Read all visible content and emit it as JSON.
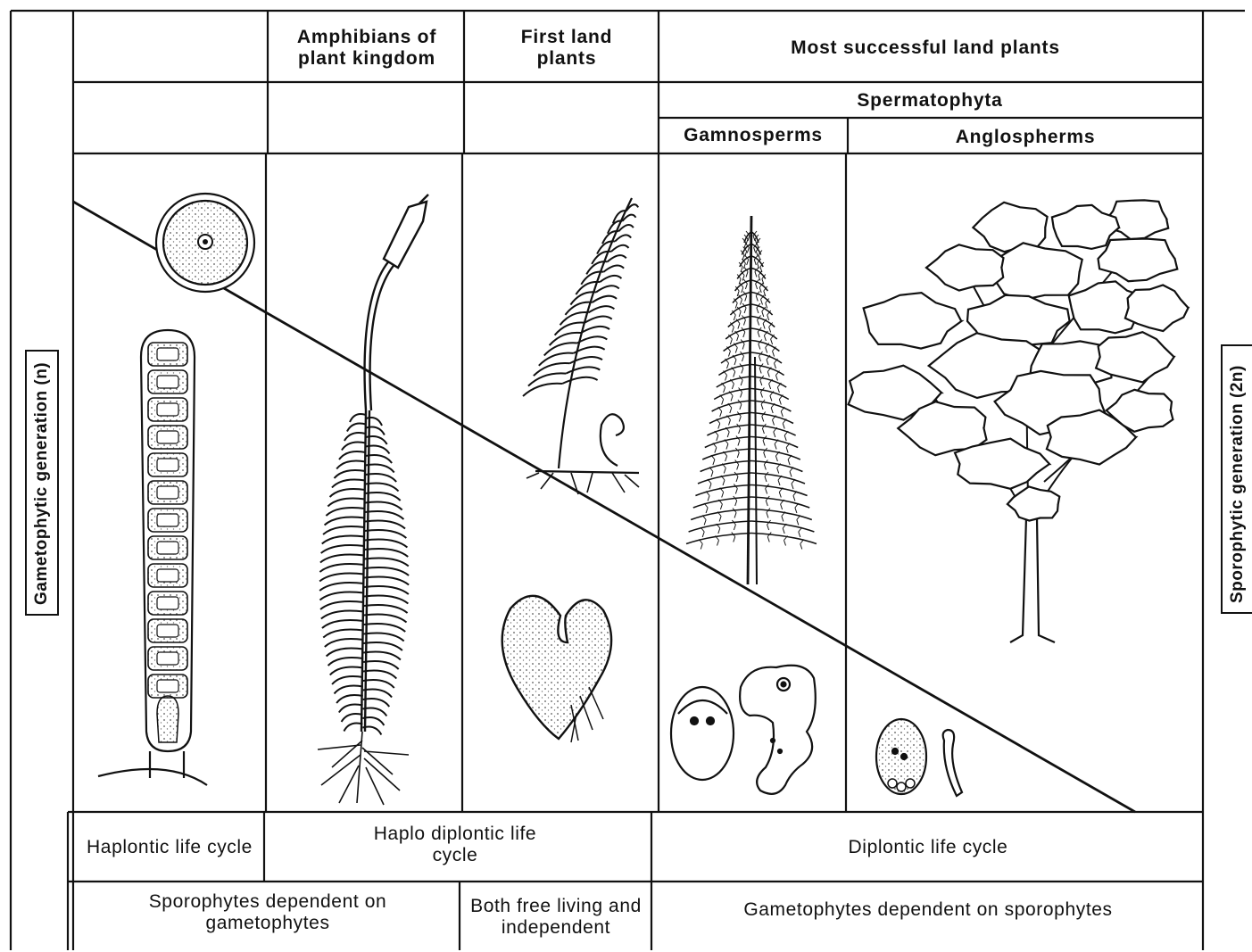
{
  "side_labels": {
    "left": "Gametophytic generation (n)",
    "right": "Sporophytic generation (2n)"
  },
  "headers": {
    "amphibians": "Amphibians of plant kingdom",
    "first_land": "First land plants",
    "most_successful": "Most successful land plants",
    "spermatophyta": "Spermatophyta",
    "gymnosperms": "Gamnosperms",
    "angiosperms": "Anglospherms"
  },
  "life_cycles": {
    "haplontic": "Haplontic life cycle",
    "haplo_diplontic": "Haplo diplontic life cycle",
    "diplontic": "Diplontic life cycle"
  },
  "dependence": {
    "sporophytes_dependent": "Sporophytes dependent on gametophytes",
    "free_living": "Both free living and independent",
    "gametophytes_dependent": "Gametophytes dependent on sporophytes"
  },
  "colors": {
    "ink": "#111111",
    "paper": "#ffffff"
  }
}
